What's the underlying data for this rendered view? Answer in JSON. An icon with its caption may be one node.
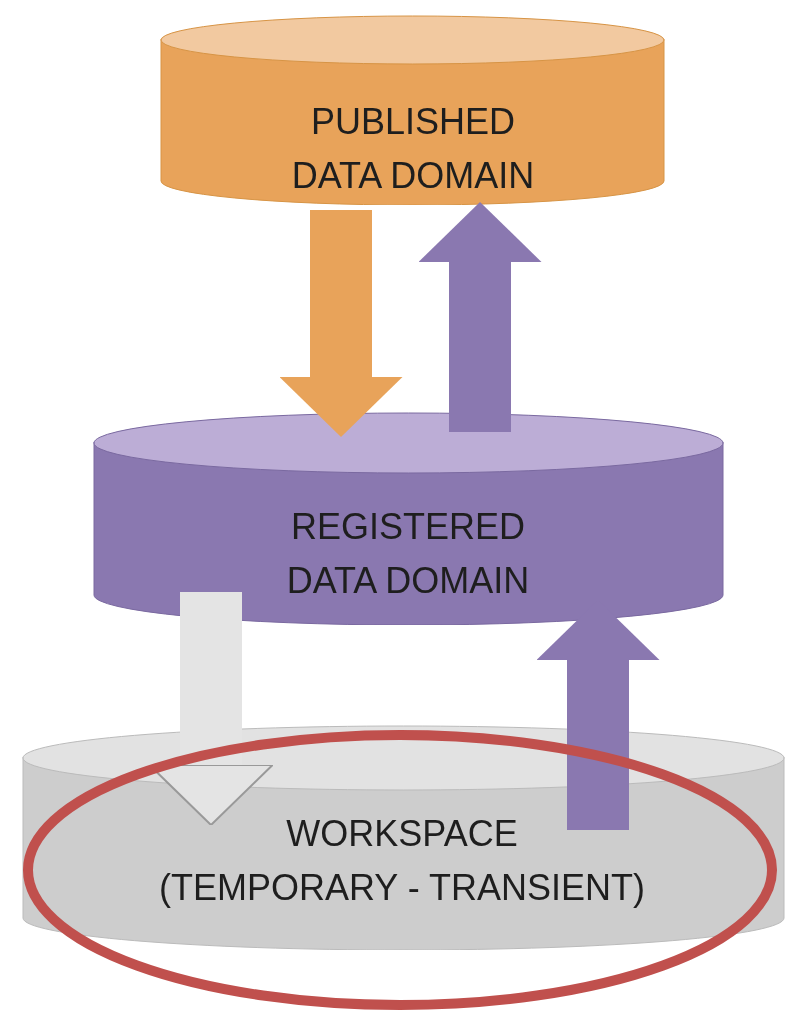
{
  "diagram": {
    "nodes": [
      {
        "text": [
          "PUBLISHED DATA DOMAIN"
        ]
      },
      {
        "text": [
          "REGISTERED DATA DOMAIN"
        ]
      },
      {
        "text": [
          "WORKSPACE",
          "(TEMPORARY - TRANSIENT)"
        ]
      }
    ],
    "edges": [
      {
        "from": 0,
        "to": 1,
        "arrow": "to",
        "color": "#e8a35a"
      },
      {
        "from": 1,
        "to": 0,
        "arrow": "to"
      },
      {
        "from": 1,
        "to": 2,
        "arrow": "to",
        "color": "#e4e4e4"
      },
      {
        "from": 2,
        "to": 1,
        "arrow": "to"
      }
    ]
  }
}
